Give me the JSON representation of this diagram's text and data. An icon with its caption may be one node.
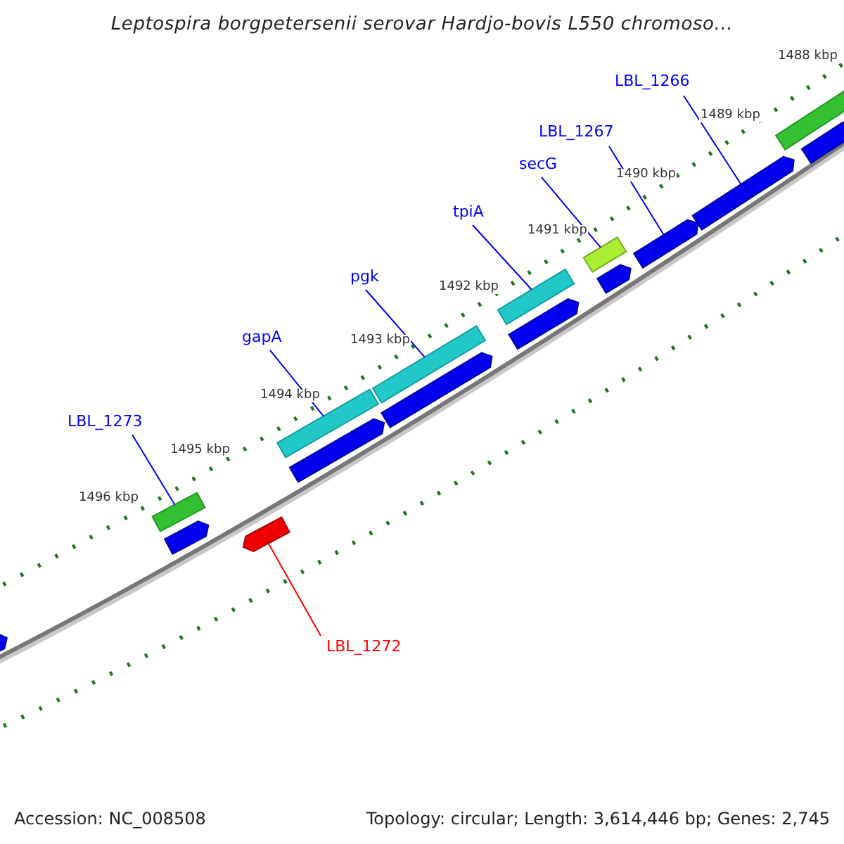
{
  "diagram": {
    "title": "Leptospira borgpetersenii serovar Hardjo-bovis L550 chromoso...",
    "nodes": [
      {
        "text": [
          "LBL_1266"
        ]
      },
      {
        "text": [
          "LBL_1267"
        ]
      },
      {
        "text": [
          "secG"
        ]
      },
      {
        "text": [
          "tpiA"
        ]
      },
      {
        "text": [
          "pgk"
        ]
      },
      {
        "text": [
          "gapA"
        ]
      },
      {
        "text": [
          "LBL_1273"
        ]
      },
      {
        "text": [
          "LBL_1272"
        ]
      },
      {
        "text": [],
        "shape": "bar"
      },
      {
        "text": [],
        "shape": "bar"
      },
      {
        "text": [],
        "shape": "bar"
      },
      {
        "text": [],
        "shape": "bar"
      },
      {
        "text": [],
        "shape": "bar"
      },
      {
        "text": [],
        "shape": "bar"
      },
      {
        "text": [],
        "shape": "bar"
      },
      {
        "text": [],
        "shape": "bar"
      },
      {
        "text": [],
        "shape": "bar"
      },
      {
        "text": [],
        "shape": "bar"
      },
      {
        "text": [],
        "shape": "bar"
      },
      {
        "text": [],
        "shape": "bar"
      },
      {
        "text": [],
        "shape": "bar"
      },
      {
        "text": [],
        "shape": "bar"
      },
      {
        "text": [],
        "shape": "bar"
      },
      {
        "text": [],
        "shape": "bar"
      }
    ],
    "edges": [
      {
        "from": 0,
        "to": 8,
        "arrow": "none"
      },
      {
        "from": 1,
        "to": 9,
        "arrow": "none"
      },
      {
        "from": 2,
        "to": 10,
        "arrow": "none"
      },
      {
        "from": 3,
        "to": 11,
        "arrow": "none"
      },
      {
        "from": 4,
        "to": 12,
        "arrow": "none"
      },
      {
        "from": 5,
        "to": 13,
        "arrow": "none"
      },
      {
        "from": 6,
        "to": 14,
        "arrow": "none"
      },
      {
        "from": 7,
        "to": 15,
        "arrow": "none",
        "color": "#ff0000"
      }
    ],
    "labels": [
      "1488 kbp",
      "1489 kbp",
      "1490 kbp",
      "1491 kbp",
      "1492 kbp",
      "1493 kbp",
      "1494 kbp",
      "1495 kbp",
      "1496 kbp",
      "Accession: NC_008508",
      "Topology: circular; Length: 3,614,446 bp; Genes: 2,745"
    ]
  }
}
